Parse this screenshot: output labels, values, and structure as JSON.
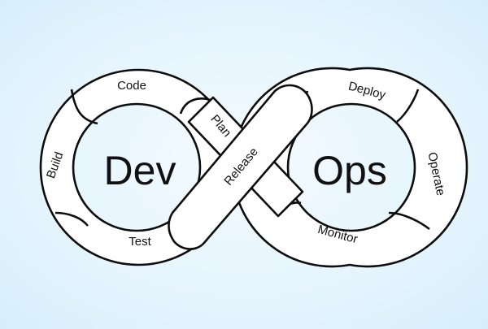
{
  "diagram": {
    "center_left": "Dev",
    "center_right": "Ops",
    "stages": {
      "plan": "Plan",
      "code": "Code",
      "build": "Build",
      "test": "Test",
      "release": "Release",
      "deploy": "Deploy",
      "operate": "Operate",
      "monitor": "Monitor"
    }
  },
  "colors": {
    "background": "#e2f3fd",
    "band_fill": "#ffffff",
    "outline": "#0d0d0d",
    "text": "#111111"
  }
}
